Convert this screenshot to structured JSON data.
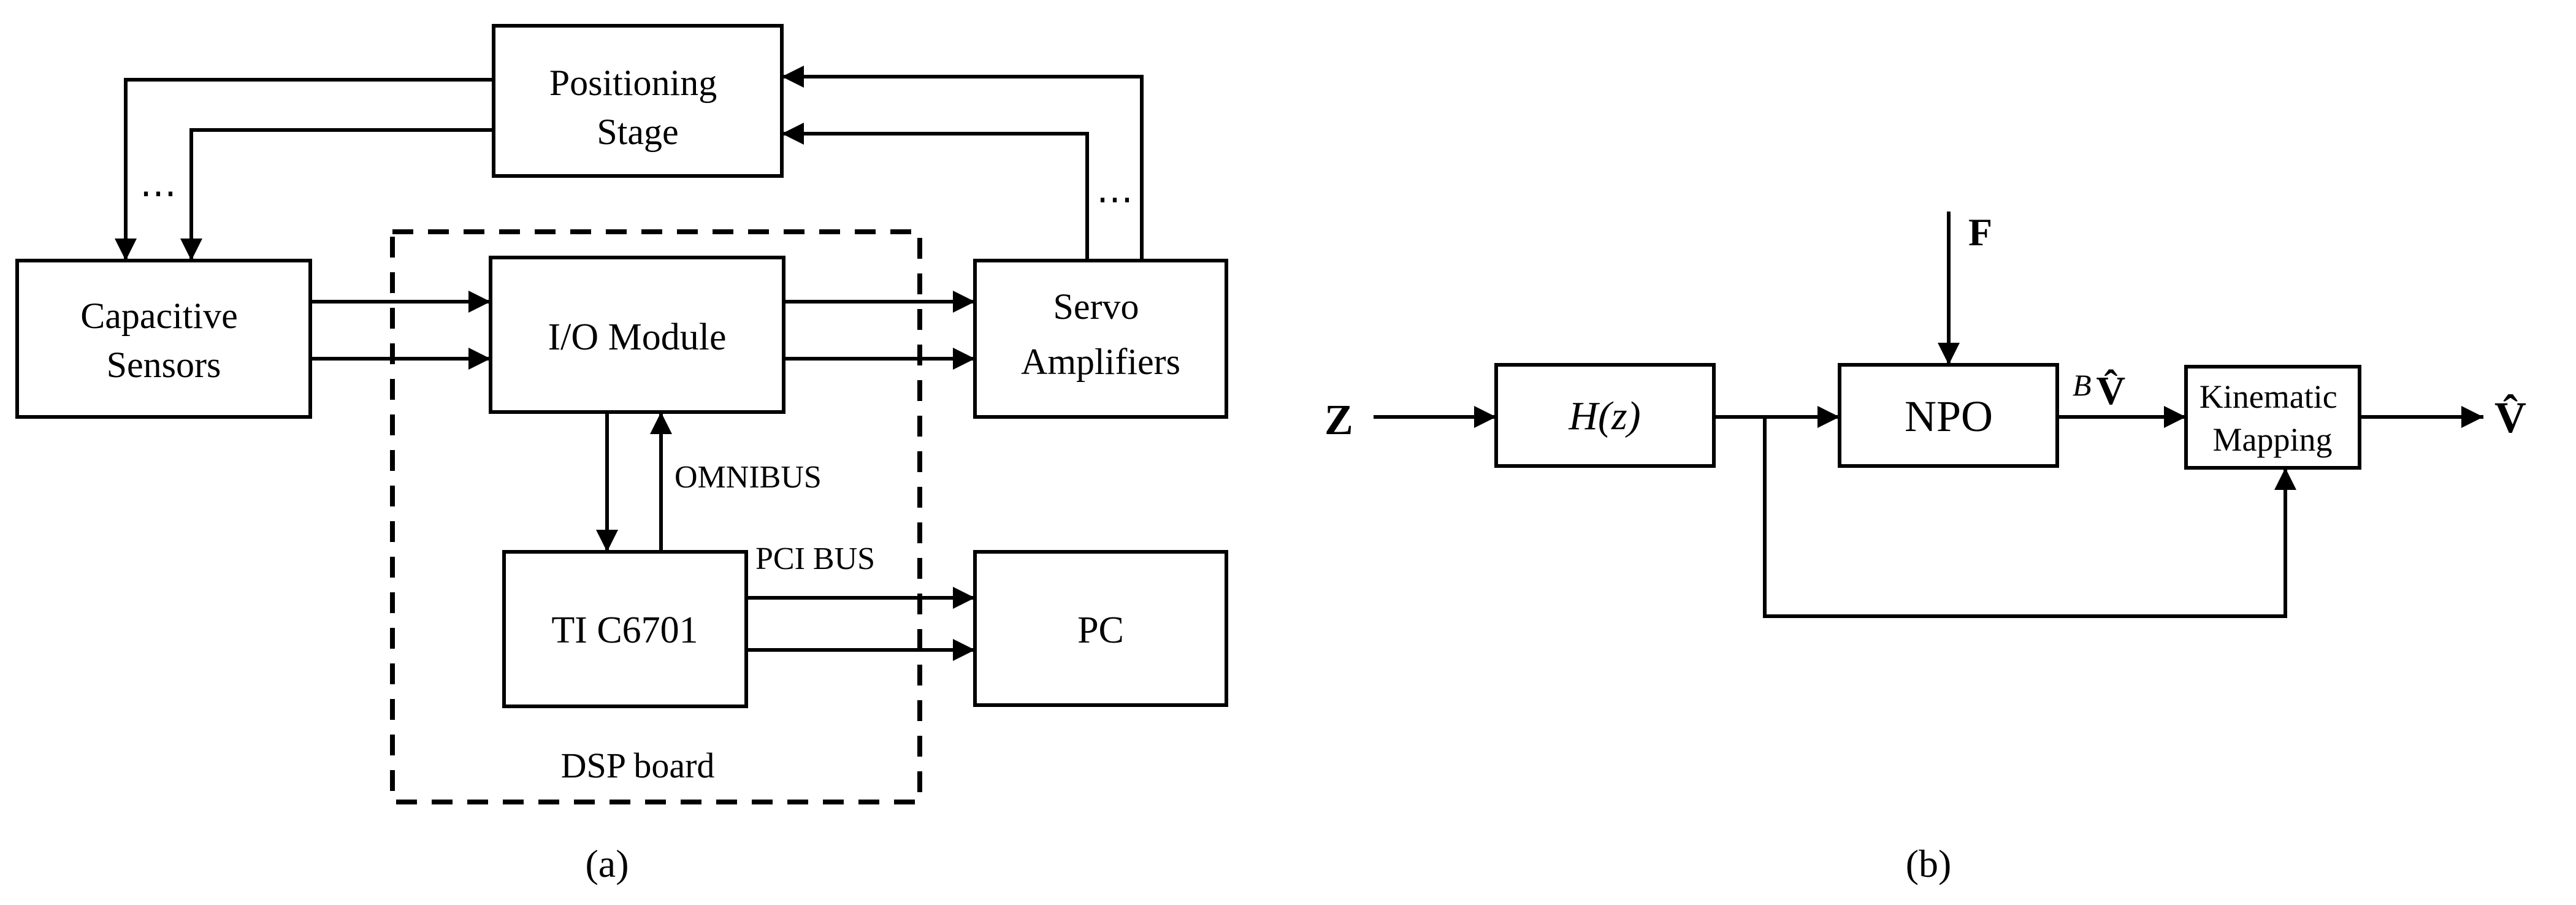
{
  "panel_a": {
    "caption": "(a)",
    "positioning_stage": [
      "Positioning",
      "Stage"
    ],
    "capacitive_sensors": [
      "Capacitive",
      "Sensors"
    ],
    "io_module": "I/O Module",
    "servo_amplifiers": [
      "Servo",
      "Amplifiers"
    ],
    "dsp": "TI C6701",
    "pc": "PC",
    "omnibus": "OMNIBUS",
    "pci_bus": "PCI BUS",
    "dsp_board": "DSP board",
    "ellipsis": "⋯"
  },
  "panel_b": {
    "caption": "(b)",
    "input_z": "Z",
    "h_fn": "H",
    "h_arg": "(z)",
    "force": "F",
    "npo": "NPO",
    "superscript_b": "B",
    "v_hat": "V̂",
    "kinematic_mapping": [
      "Kinematic",
      "Mapping"
    ],
    "output": "V̂"
  }
}
